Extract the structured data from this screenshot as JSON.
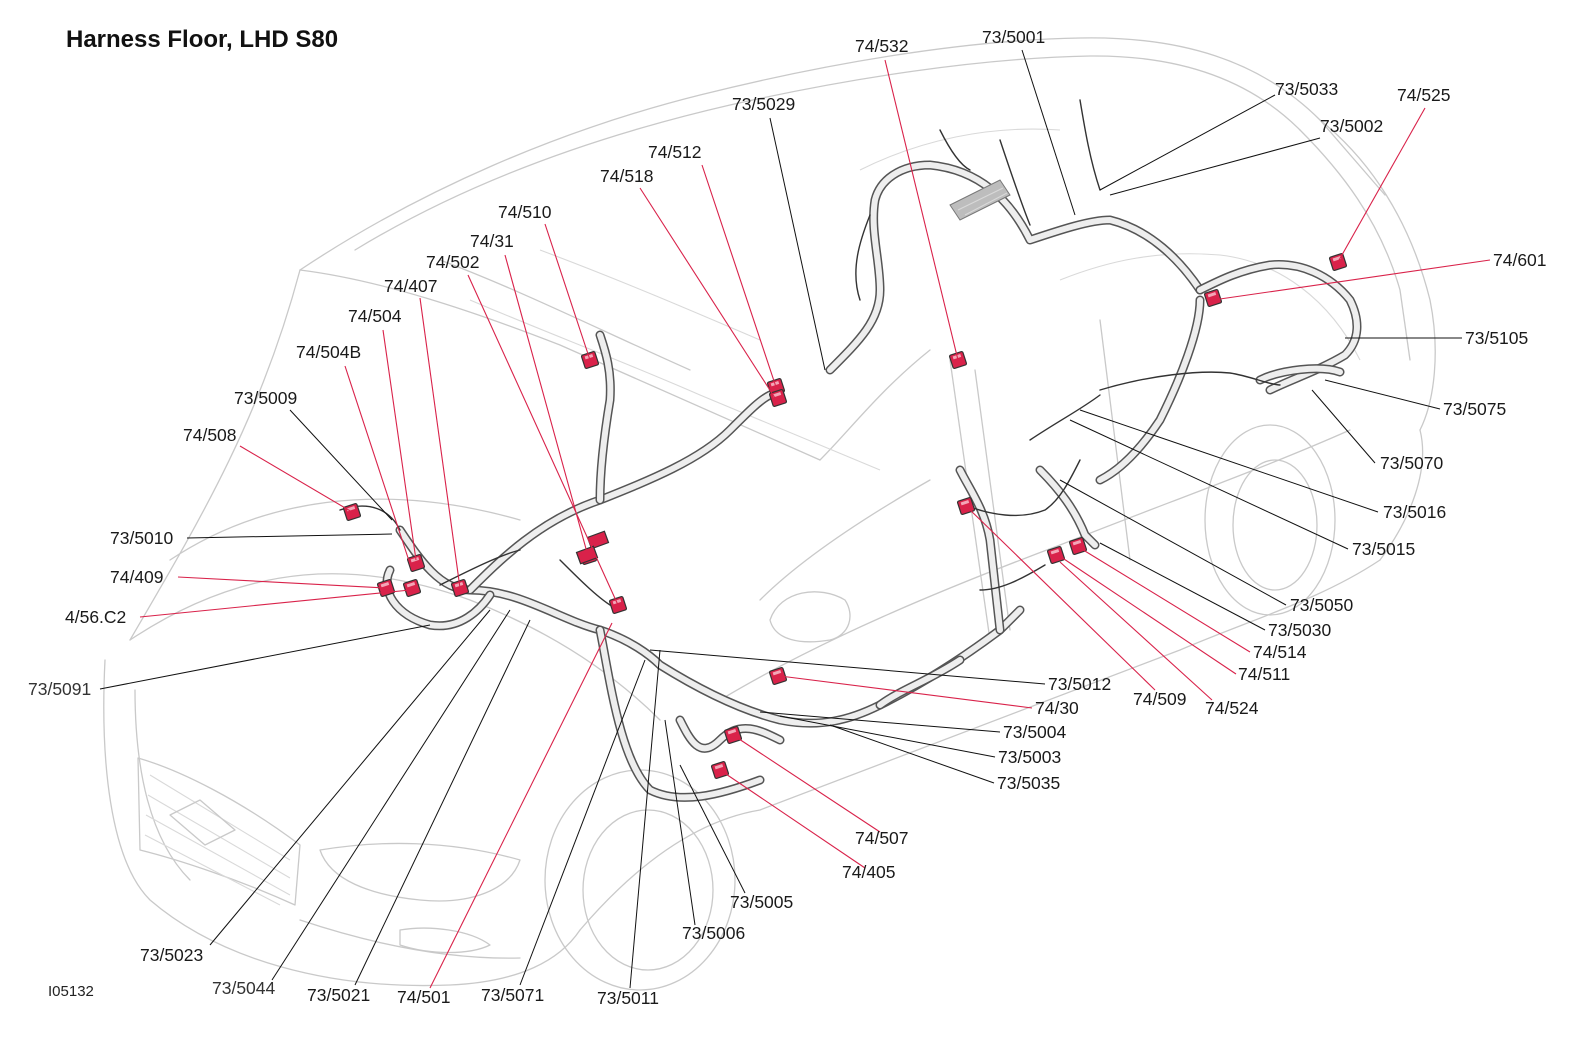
{
  "title": "Harness Floor, LHD S80",
  "image_id": "I05132",
  "colors": {
    "connector": "#d9224a",
    "leader_red": "#d9224a",
    "leader_black": "#111111"
  },
  "callouts": [
    {
      "id": "c-74-532",
      "text": "74/532",
      "kind": "red"
    },
    {
      "id": "c-73-5001",
      "text": "73/5001",
      "kind": "black"
    },
    {
      "id": "c-73-5033",
      "text": "73/5033",
      "kind": "black"
    },
    {
      "id": "c-74-525",
      "text": "74/525",
      "kind": "red"
    },
    {
      "id": "c-73-5002",
      "text": "73/5002",
      "kind": "black"
    },
    {
      "id": "c-73-5029",
      "text": "73/5029",
      "kind": "black"
    },
    {
      "id": "c-74-512",
      "text": "74/512",
      "kind": "red"
    },
    {
      "id": "c-74-518",
      "text": "74/518",
      "kind": "red"
    },
    {
      "id": "c-74-510",
      "text": "74/510",
      "kind": "red"
    },
    {
      "id": "c-74-31",
      "text": "74/31",
      "kind": "red"
    },
    {
      "id": "c-74-502",
      "text": "74/502",
      "kind": "red"
    },
    {
      "id": "c-74-407",
      "text": "74/407",
      "kind": "red"
    },
    {
      "id": "c-74-504",
      "text": "74/504",
      "kind": "red"
    },
    {
      "id": "c-74-504b",
      "text": "74/504B",
      "kind": "red"
    },
    {
      "id": "c-73-5009",
      "text": "73/5009",
      "kind": "black"
    },
    {
      "id": "c-74-508",
      "text": "74/508",
      "kind": "red"
    },
    {
      "id": "c-73-5010",
      "text": "73/5010",
      "kind": "black"
    },
    {
      "id": "c-74-409",
      "text": "74/409",
      "kind": "red"
    },
    {
      "id": "c-4-56-c2",
      "text": "4/56.C2",
      "kind": "red"
    },
    {
      "id": "c-73-5091",
      "text": "73/5091",
      "kind": "black"
    },
    {
      "id": "c-74-601",
      "text": "74/601",
      "kind": "red"
    },
    {
      "id": "c-73-5105",
      "text": "73/5105",
      "kind": "black"
    },
    {
      "id": "c-73-5075",
      "text": "73/5075",
      "kind": "black"
    },
    {
      "id": "c-73-5070",
      "text": "73/5070",
      "kind": "black"
    },
    {
      "id": "c-73-5016",
      "text": "73/5016",
      "kind": "black"
    },
    {
      "id": "c-73-5015",
      "text": "73/5015",
      "kind": "black"
    },
    {
      "id": "c-73-5050",
      "text": "73/5050",
      "kind": "black"
    },
    {
      "id": "c-73-5030",
      "text": "73/5030",
      "kind": "black"
    },
    {
      "id": "c-74-514",
      "text": "74/514",
      "kind": "red"
    },
    {
      "id": "c-74-511",
      "text": "74/511",
      "kind": "red"
    },
    {
      "id": "c-74-524",
      "text": "74/524",
      "kind": "red"
    },
    {
      "id": "c-74-509",
      "text": "74/509",
      "kind": "red"
    },
    {
      "id": "c-73-5012",
      "text": "73/5012",
      "kind": "black"
    },
    {
      "id": "c-74-30",
      "text": "74/30",
      "kind": "red"
    },
    {
      "id": "c-73-5004",
      "text": "73/5004",
      "kind": "black"
    },
    {
      "id": "c-73-5003",
      "text": "73/5003",
      "kind": "black"
    },
    {
      "id": "c-73-5035",
      "text": "73/5035",
      "kind": "black"
    },
    {
      "id": "c-74-507",
      "text": "74/507",
      "kind": "red"
    },
    {
      "id": "c-74-405",
      "text": "74/405",
      "kind": "red"
    },
    {
      "id": "c-73-5005",
      "text": "73/5005",
      "kind": "black"
    },
    {
      "id": "c-73-5006",
      "text": "73/5006",
      "kind": "black"
    },
    {
      "id": "c-73-5023",
      "text": "73/5023",
      "kind": "black"
    },
    {
      "id": "c-73-5044",
      "text": "73/5044",
      "kind": "black"
    },
    {
      "id": "c-73-5021",
      "text": "73/5021",
      "kind": "black"
    },
    {
      "id": "c-74-501",
      "text": "74/501",
      "kind": "red"
    },
    {
      "id": "c-73-5071",
      "text": "73/5071",
      "kind": "black"
    },
    {
      "id": "c-73-5011",
      "text": "73/5011",
      "kind": "black"
    }
  ]
}
